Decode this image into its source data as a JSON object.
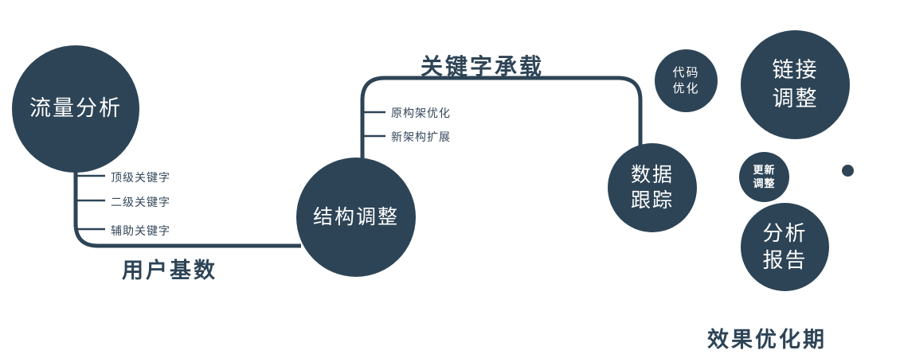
{
  "colors": {
    "primary": "#2d4456",
    "background": "#ffffff",
    "node_text": "#ffffff"
  },
  "nodes": {
    "traffic": {
      "label": "流量分析"
    },
    "structure": {
      "label": "结构调整"
    },
    "data_tracking": {
      "line1": "数据",
      "line2": "跟踪"
    },
    "code_opt": {
      "line1": "代码",
      "line2": "优化"
    },
    "link_adjust": {
      "line1": "链接",
      "line2": "调整"
    },
    "update_adjust": {
      "line1": "更新",
      "line2": "调整"
    },
    "analysis_report": {
      "line1": "分析",
      "line2": "报告"
    }
  },
  "edges": {
    "user_base": "用户基数",
    "keyword_bearing": "关键字承载"
  },
  "branches": {
    "left": [
      "顶级关键字",
      "二级关键字",
      "辅助关键字"
    ],
    "mid": [
      "原构架优化",
      "新架构扩展"
    ]
  },
  "footer": "效果优化期"
}
